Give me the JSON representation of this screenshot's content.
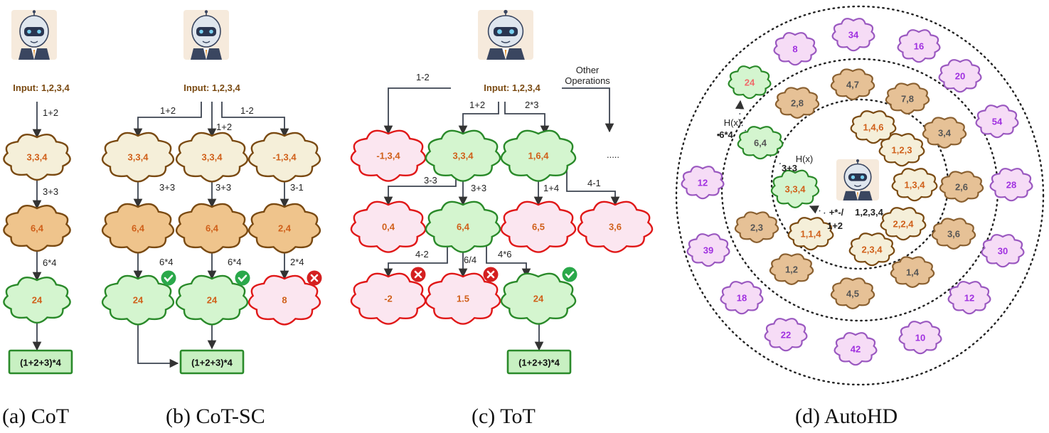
{
  "captions": {
    "cot": "(a) CoT",
    "cot_sc": "(b) CoT-SC",
    "tot": "(c) ToT",
    "autohd": "(d) AutoHD"
  },
  "input_label": "Input: 1,2,3,4",
  "answer": "(1+2+3)*4",
  "other_operations": "Other\nOperations",
  "ellipsis": ".....",
  "colors": {
    "frontier_fill": "#f5efd9",
    "frontier_stroke": "#7a4a12",
    "mid_fill": "#efc48c",
    "mid_stroke": "#7a4a12",
    "good_fill": "#d4f5cf",
    "good_stroke": "#2a8a2a",
    "bad_fill": "#fbe6f0",
    "bad_stroke": "#e01818",
    "purple_fill": "#f6dcf6",
    "purple_stroke": "#9a58c0",
    "tan_fill": "#e6c196",
    "tan_stroke": "#8a6030",
    "node_text_orange": "#d0601a",
    "node_text_purple": "#a030e0",
    "node_text_gray": "#555555",
    "check": "#2aa84a",
    "cross": "#d42020"
  },
  "diagram": {
    "cot": {
      "steps": [
        "1+2",
        "3+3",
        "6*4"
      ],
      "nodes": [
        "3,3,4",
        "6,4",
        "24"
      ]
    },
    "cot_sc": {
      "branch_ops": [
        "1+2",
        "1+2",
        "1-2"
      ],
      "col1": [
        "3,3,4",
        "6,4",
        "24"
      ],
      "col2": [
        "3,3,4",
        "6,4",
        "24"
      ],
      "col3": [
        "-1,3,4",
        "2,4",
        "8"
      ],
      "ops_col1": [
        "3+3",
        "6*4"
      ],
      "ops_col2": [
        "3+3",
        "6*4"
      ],
      "ops_col3": [
        "3-1",
        "2*4"
      ]
    },
    "tot": {
      "top_ops": [
        "1-2",
        "1+2",
        "2*3"
      ],
      "level1": [
        "-1,3,4",
        "3,3,4",
        "1,6,4"
      ],
      "level2_ops": [
        "3-3",
        "3+3",
        "1+4",
        "4-1"
      ],
      "level2": [
        "0,4",
        "6,4",
        "6,5",
        "3,6"
      ],
      "level3_ops": [
        "4-2",
        "6/4",
        "4*6"
      ],
      "level3": [
        "-2",
        "1.5",
        "24"
      ]
    },
    "autohd": {
      "inner_ring": [
        "1,4,6",
        "1,2,3",
        "1,3,4",
        "2,2,4",
        "2,3,4",
        "1,1,4",
        "3,3,4",
        "6,4"
      ],
      "middle_ring": [
        "4,7",
        "7,8",
        "3,4",
        "2,6",
        "3,6",
        "1,4",
        "4,5",
        "1,2",
        "2,3",
        "2,8"
      ],
      "outer_ring": [
        "34",
        "16",
        "20",
        "54",
        "28",
        "30",
        "12",
        "10",
        "42",
        "22",
        "18",
        "39",
        "12",
        "8",
        "24"
      ],
      "labels": {
        "hx_outer": "H(x)",
        "op_outer": "6*4",
        "hx_inner": "H(x)",
        "op_inner": "3+3",
        "ops_root": "+*-/",
        "root_input": "1,2,3,4",
        "op_start": "1+2"
      }
    }
  }
}
